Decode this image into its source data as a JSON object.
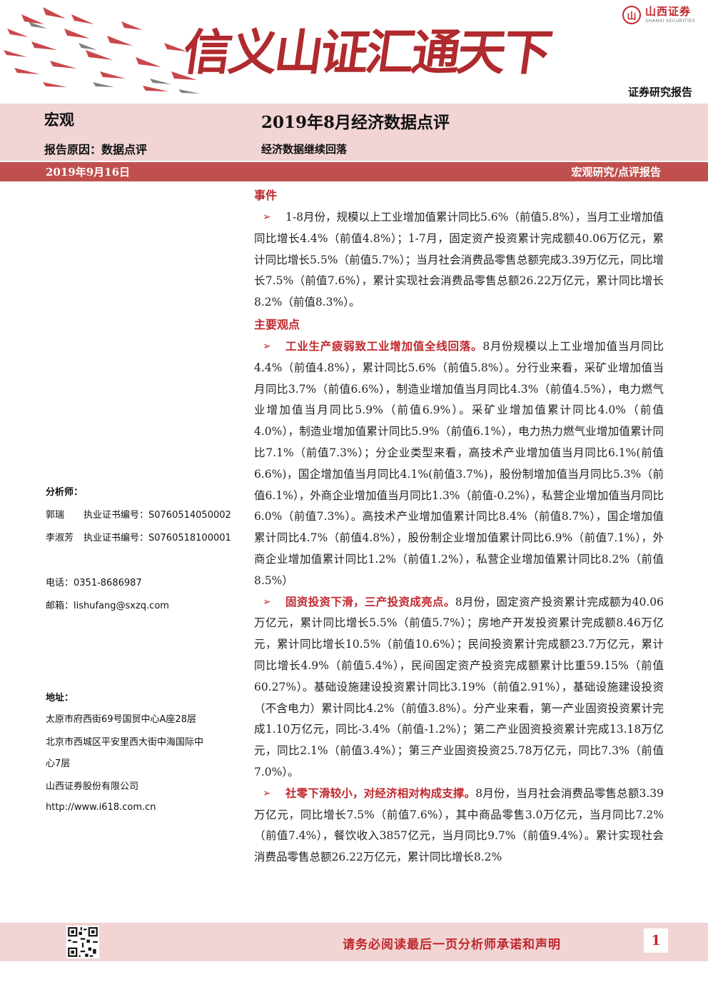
{
  "header": {
    "logo_cn": "山西证券",
    "logo_en": "SHANXI SECURITIES",
    "slogan": "信义山证汇通天下",
    "report_type": "证券研究报告"
  },
  "title_band": {
    "category": "宏观",
    "title": "2019年8月经济数据点评",
    "reason": "报告原因：数据点评",
    "subtitle": "经济数据继续回落"
  },
  "date_band": {
    "date": "2019年9月16日",
    "series": "宏观研究/点评报告"
  },
  "sidebar": {
    "analyst_label": "分析师：",
    "analysts": [
      {
        "name": "郭瑞",
        "cert": "执业证书编号：S0760514050002"
      },
      {
        "name": "李淑芳",
        "cert": "执业证书编号：S0760518100001"
      }
    ],
    "phone": "电话：0351-8686987",
    "email": "邮箱：lishufang@sxzq.com",
    "address_label": "地址：",
    "address1": "太原市府西街69号国贸中心A座28层",
    "address2_l1": "北京市西城区平安里西大街中海国际中",
    "address2_l2": "心7层",
    "company": "山西证券股份有限公司",
    "website": "http://www.i618.com.cn"
  },
  "main": {
    "events_head": "事件",
    "event_text": "1-8月份，规模以上工业增加值累计同比5.6%（前值5.8%），当月工业增加值同比增长4.4%（前值4.8%）；1-7月，固定资产投资累计完成额40.06万亿元，累计同比增长5.5%（前值5.7%）；当月社会消费品零售总额完成3.39万亿元，同比增长7.5%（前值7.6%），累计实现社会消费品零售总额26.22万亿元，累计同比增长8.2%（前值8.3%）。",
    "views_head": "主要观点",
    "points": [
      {
        "lead": "工业生产疲弱致工业增加值全线回落。",
        "text": "8月份规模以上工业增加值当月同比4.4%（前值4.8%），累计同比5.6%（前值5.8%）。分行业来看，采矿业增加值当月同比3.7%（前值6.6%），制造业增加值当月同比4.3%（前值4.5%），电力燃气业增加值当月同比5.9%（前值6.9%）。采矿业增加值累计同比4.0%（前值4.0%），制造业增加值累计同比5.9%（前值6.1%），电力热力燃气业增加值累计同比7.1%（前值7.3%）；分企业类型来看，高技术产业增加值当月同比6.1%(前值6.6%)，国企增加值当月同比4.1%(前值3.7%)，股份制增加值当月同比5.3%（前值6.1%），外商企业增加值当月同比1.3%（前值-0.2%），私营企业增加值当月同比6.0%（前值7.3%）。高技术产业增加值累计同比8.4%（前值8.7%），国企增加值累计同比4.7%（前值4.8%），股份制企业增加值累计同比6.9%（前值7.1%），外商企业增加值累计同比1.2%（前值1.2%），私营企业增加值累计同比8.2%（前值8.5%）"
      },
      {
        "lead": "固资投资下滑，三产投资成亮点。",
        "text": "8月份，固定资产投资累计完成额为40.06万亿元，累计同比增长5.5%（前值5.7%）；房地产开发投资累计完成额8.46万亿元，累计同比增长10.5%（前值10.6%）；民间投资累计完成额23.7万亿元，累计同比增长4.9%（前值5.4%），民间固定资产投资完成额累计比重59.15%（前值60.27%）。基础设施建设投资累计同比3.19%（前值2.91%），基础设施建设投资（不含电力）累计同比4.2%（前值3.8%）。分产业来看，第一产业固资投资累计完成1.10万亿元，同比-3.4%（前值-1.2%）；第二产业固资投资累计完成13.18万亿元，同比2.1%（前值3.4%）；第三产业固资投资25.78万亿元，同比7.3%（前值7.0%）。"
      },
      {
        "lead": "社零下滑较小，对经济相对构成支撑。",
        "text": "8月份，当月社会消费品零售总额3.39万亿元，同比增长7.5%（前值7.6%），其中商品零售3.0万亿元，当月同比7.2%（前值7.4%），餐饮收入3857亿元，当月同比9.7%（前值9.4%）。累计实现社会消费品零售总额26.22万亿元，累计同比增长8.2%"
      }
    ]
  },
  "footer": {
    "note": "请务必阅读最后一页分析师承诺和声明",
    "page": "1"
  }
}
